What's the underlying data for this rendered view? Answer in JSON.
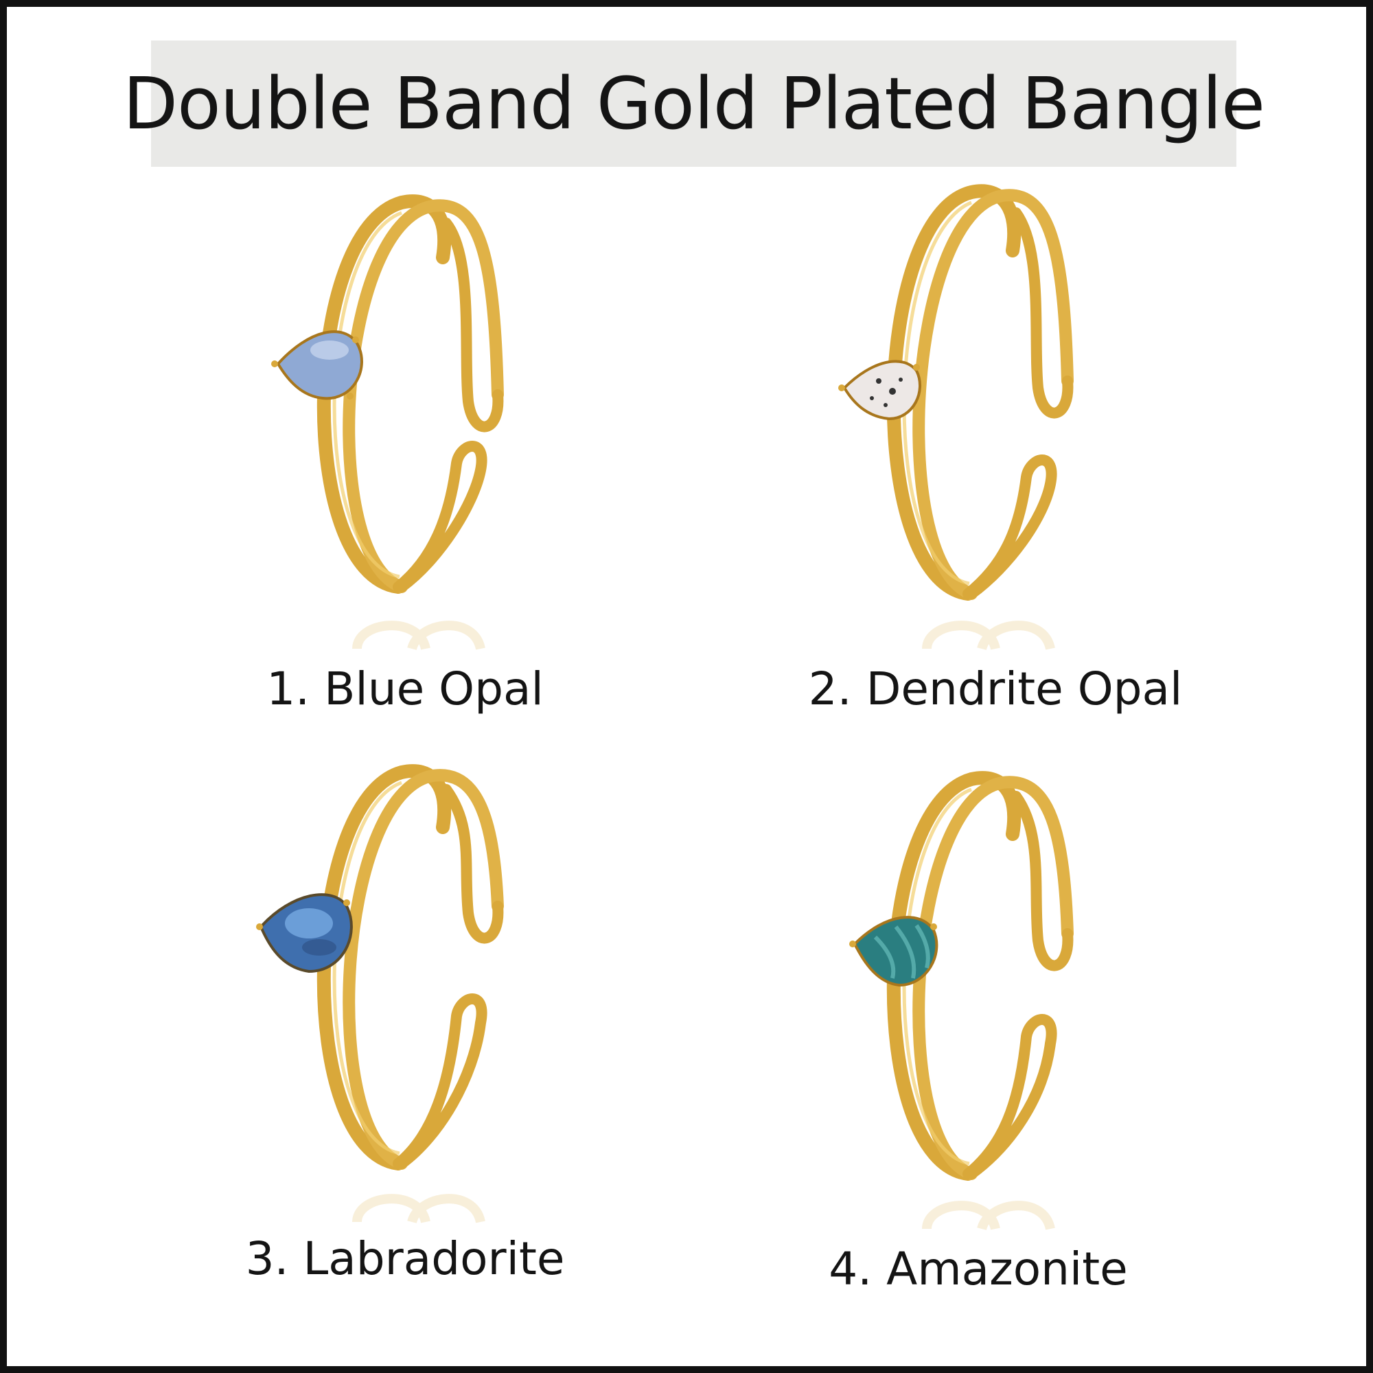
{
  "title": "Double Band Gold Plated Bangle",
  "colors": {
    "gold": "#d9a83a",
    "gold_light": "#f2cf6e",
    "gold_dark": "#a8761c",
    "title_bg": "#e9e9e7",
    "border": "#111111"
  },
  "products": [
    {
      "caption": "1. Blue Opal",
      "stone_color": "#8fa9d4",
      "stone_highlight": "#c4d3ec"
    },
    {
      "caption": "2. Dendrite Opal",
      "stone_color": "#ede8e6",
      "stone_highlight": "#ffffff"
    },
    {
      "caption": "3. Labradorite",
      "stone_color": "#3f6fae",
      "stone_highlight": "#7fb2ea"
    },
    {
      "caption": "4. Amazonite",
      "stone_color": "#2a7e80",
      "stone_highlight": "#5fb5b3"
    }
  ]
}
